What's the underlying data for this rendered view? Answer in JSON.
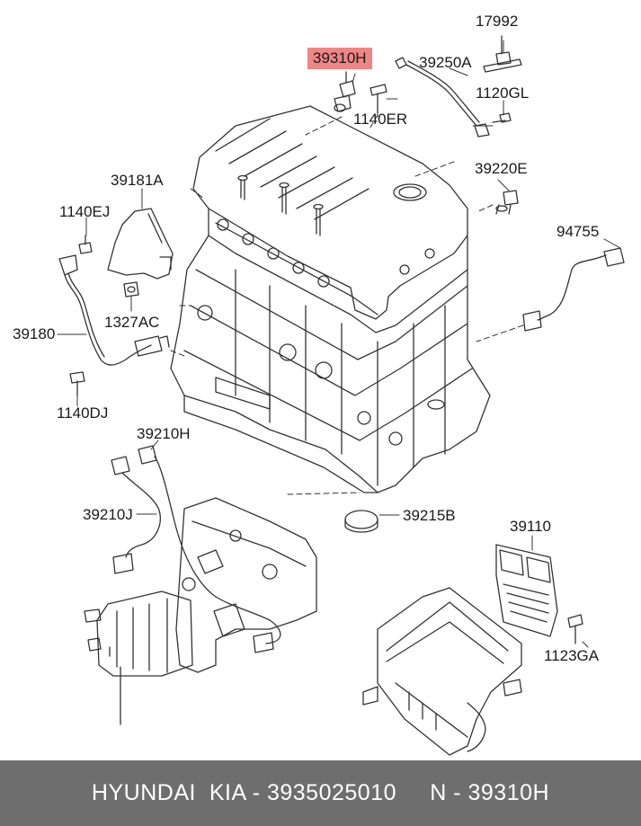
{
  "labels": {
    "p17992": "17992",
    "p39310H": "39310H",
    "p39250A": "39250A",
    "p1120GL": "1120GL",
    "p1140ER": "1140ER",
    "p39220E": "39220E",
    "p39181A": "39181A",
    "p1140EJ": "1140EJ",
    "p94755": "94755",
    "p39180": "39180",
    "p1327AC": "1327AC",
    "p1140DJ": "1140DJ",
    "p39210H": "39210H",
    "p39210J": "39210J",
    "p39215B": "39215B",
    "p39110": "39110",
    "p1123GA": "1123GA"
  },
  "highlighted_part": "39310H",
  "colors": {
    "highlight": "#f08585",
    "footer_bg": "#6e6e6e",
    "line": "#333333"
  },
  "footer": {
    "text": "HYUNDAI  KIA - 3935025010     N - 39310H"
  }
}
